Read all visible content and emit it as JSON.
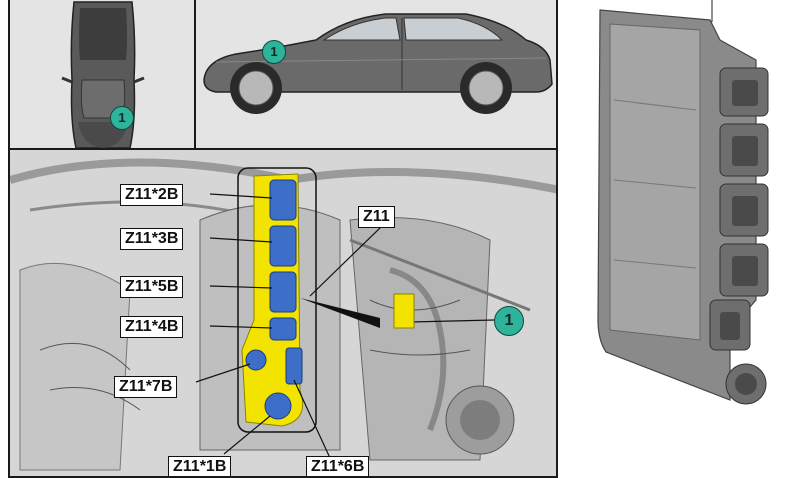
{
  "callouts": {
    "top_view": "1",
    "side_view": "1",
    "engine_bay": "1"
  },
  "labels": {
    "z11_2b": "Z11*2B",
    "z11_3b": "Z11*3B",
    "z11_5b": "Z11*5B",
    "z11_4b": "Z11*4B",
    "z11_7b": "Z11*7B",
    "z11_1b": "Z11*1B",
    "z11_6b": "Z11*6B",
    "z11": "Z11"
  },
  "colors": {
    "callout": "#2fb39a",
    "highlight": "#f2e400",
    "connector": "#3d6fc8",
    "panel_bg": "#e4e4e4"
  }
}
